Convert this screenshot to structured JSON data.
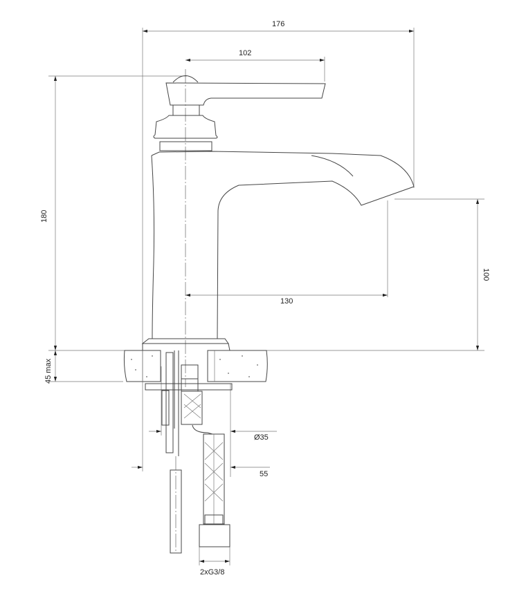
{
  "title": "Basin faucet technical drawing",
  "dimensions": {
    "total_width": "176",
    "handle_length": "102",
    "total_height": "180",
    "spout_height": "100",
    "spout_reach": "130",
    "counter_thickness": "45 max",
    "hole_diameter": "Ø35",
    "base_diameter": "55",
    "connection": "2xG3/8"
  },
  "colors": {
    "line": "#444444",
    "background": "#ffffff"
  }
}
